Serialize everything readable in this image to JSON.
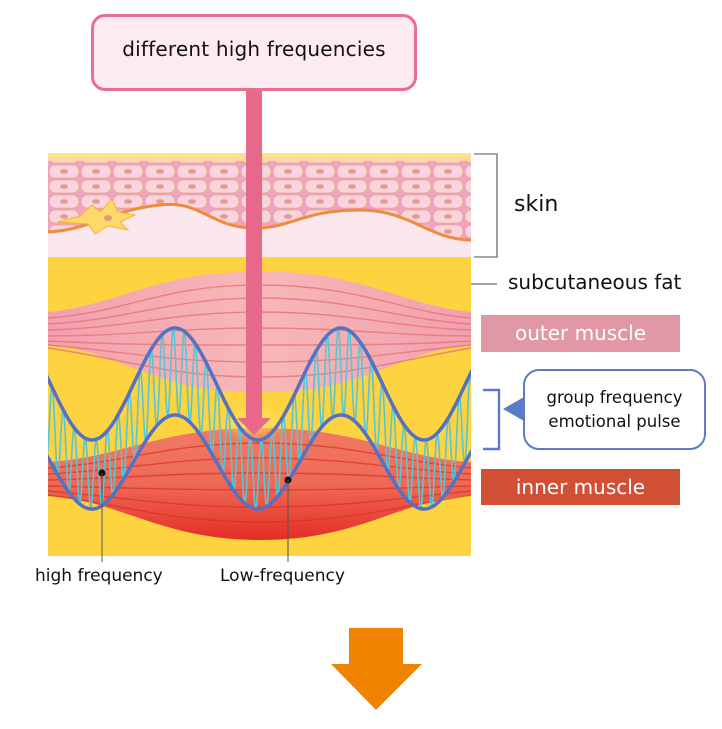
{
  "title_box": {
    "text": "different high frequencies"
  },
  "labels": {
    "skin": "skin",
    "subcutaneous_fat": "subcutaneous fat",
    "outer_muscle": "outer muscle",
    "inner_muscle": "inner muscle",
    "callout_line1": "group frequency",
    "callout_line2": "emotional pulse",
    "high_frequency": "high frequency",
    "low_frequency": "Low-frequency"
  },
  "colors": {
    "title_border": "#e8708e",
    "title_fill": "#fdebf3",
    "pink_arrow": "#e8688c",
    "fat": "#fdd33f",
    "skin_cells": "#f6c6d3",
    "skin_line": "#f08a3c",
    "outer_muscle": "#f2a3b0",
    "inner_muscle": "#e5322a",
    "wave_blue": "#5670c2",
    "wave_cyan": "#57c6d6",
    "outer_muscle_tag": "#e097a6",
    "inner_muscle_tag": "#d14f35",
    "callout_border": "#5b7bc7",
    "orange_arrow": "#f08400",
    "bracket_gray": "#888888"
  },
  "icons": {
    "down_arrow_pink": "arrow-down",
    "down_arrow_orange": "arrow-down"
  }
}
